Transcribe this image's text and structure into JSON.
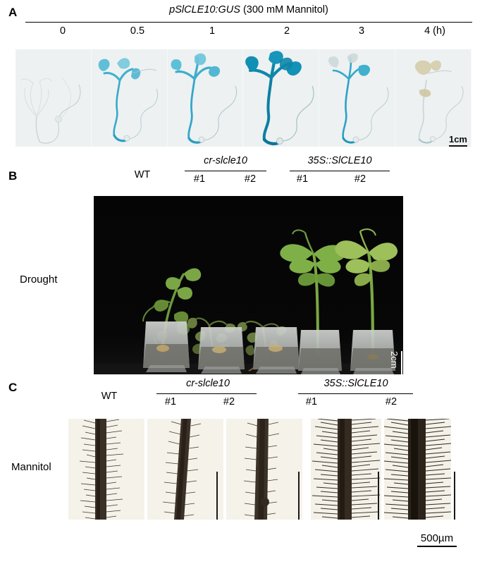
{
  "figure": {
    "panels": [
      "A",
      "B",
      "C"
    ]
  },
  "panelA": {
    "letter": "A",
    "title_italic": "pSlCLE10:GUS",
    "title_rest": " (300 mM Mannitol)",
    "timepoints": [
      "0",
      "0.5",
      "1",
      "2",
      "3",
      "4 (h)"
    ],
    "scalebar": "1cm",
    "images": [
      {
        "name": "gus-seedling-0h",
        "alt": "GUS-stained seedling, 0 h, no blue staining"
      },
      {
        "name": "gus-seedling-0.5h",
        "alt": "GUS-stained seedling, 0.5 h, light blue staining"
      },
      {
        "name": "gus-seedling-1h",
        "alt": "GUS-stained seedling, 1 h, moderate blue staining"
      },
      {
        "name": "gus-seedling-2h",
        "alt": "GUS-stained seedling, 2 h, strong blue staining"
      },
      {
        "name": "gus-seedling-3h",
        "alt": "GUS-stained seedling, 3 h, moderate blue staining"
      },
      {
        "name": "gus-seedling-4h",
        "alt": "GUS-stained seedling, 4 h, faint staining"
      }
    ]
  },
  "panelB": {
    "letter": "B",
    "row_label": "Drought",
    "genotype_wt": "WT",
    "group_mutant": "cr-slcle10",
    "group_overexpress": "35S::SlCLE10",
    "lines": [
      "#1",
      "#2",
      "#1",
      "#2"
    ],
    "scalebar": "2cm",
    "photo": {
      "name": "drought-phenotype-photo",
      "alt": "Five tomato plants in nursery bags on black background under drought: WT mildly wilted, cr-slcle10 #1 and #2 severely wilted, 35S::SlCLE10 #1 and #2 upright and healthy"
    }
  },
  "panelC": {
    "letter": "C",
    "row_label": "Mannitol",
    "genotype_wt": "WT",
    "group_mutant": "cr-slcle10",
    "group_overexpress": "35S::SlCLE10",
    "lines": [
      "#1",
      "#2",
      "#1",
      "#2"
    ],
    "scalebar": "500µm",
    "images": [
      {
        "name": "root-hair-wt",
        "alt": "WT root with moderate root hair density"
      },
      {
        "name": "root-hair-cr-slcle10-1",
        "alt": "cr-slcle10 #1 root with sparse root hairs"
      },
      {
        "name": "root-hair-cr-slcle10-2",
        "alt": "cr-slcle10 #2 root with sparse root hairs"
      },
      {
        "name": "root-hair-35s-1",
        "alt": "35S::SlCLE10 #1 root with dense long root hairs"
      },
      {
        "name": "root-hair-35s-2",
        "alt": "35S::SlCLE10 #2 root with very dense long root hairs"
      }
    ]
  },
  "colors": {
    "gus_blue": "#2fa8c8",
    "gus_deep_blue": "#0d7fa3",
    "panelA_bg": "#eef2f3",
    "panelB_bg": "#060606",
    "panelC_bg": "#f4f1ea",
    "leaf_green": "#6f9a3a",
    "text": "#000000"
  }
}
